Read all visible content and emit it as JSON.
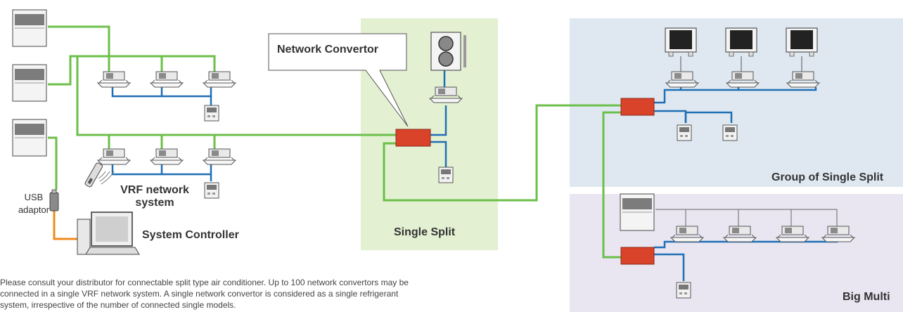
{
  "labels": {
    "network_convertor": "Network Convertor",
    "vrf_network_system_1": "VRF network",
    "vrf_network_system_2": "system",
    "usb_adaptor_1": "USB",
    "usb_adaptor_2": "adaptor",
    "system_controller": "System Controller",
    "single_split": "Single Split",
    "group_of_single_split": "Group of Single Split",
    "big_multi": "Big Multi"
  },
  "note": {
    "line1": "Please consult your distributor for connectable split type air conditioner. Up to 100 network convertors may be",
    "line2": "connected in a single VRF network system. A single network convertor is considered as a single refrigerant",
    "line3": "system, irrespective of the number of connected single models."
  },
  "colors": {
    "network_line": "#6cbf4a",
    "refrigerant_line": "#1f6fb5",
    "usb_line": "#f08a1c",
    "convertor": "#d9432a",
    "single_split_zone": "#e3f0d2",
    "group_zone": "#dfe8f1",
    "big_multi_zone": "#e9e6f2"
  }
}
